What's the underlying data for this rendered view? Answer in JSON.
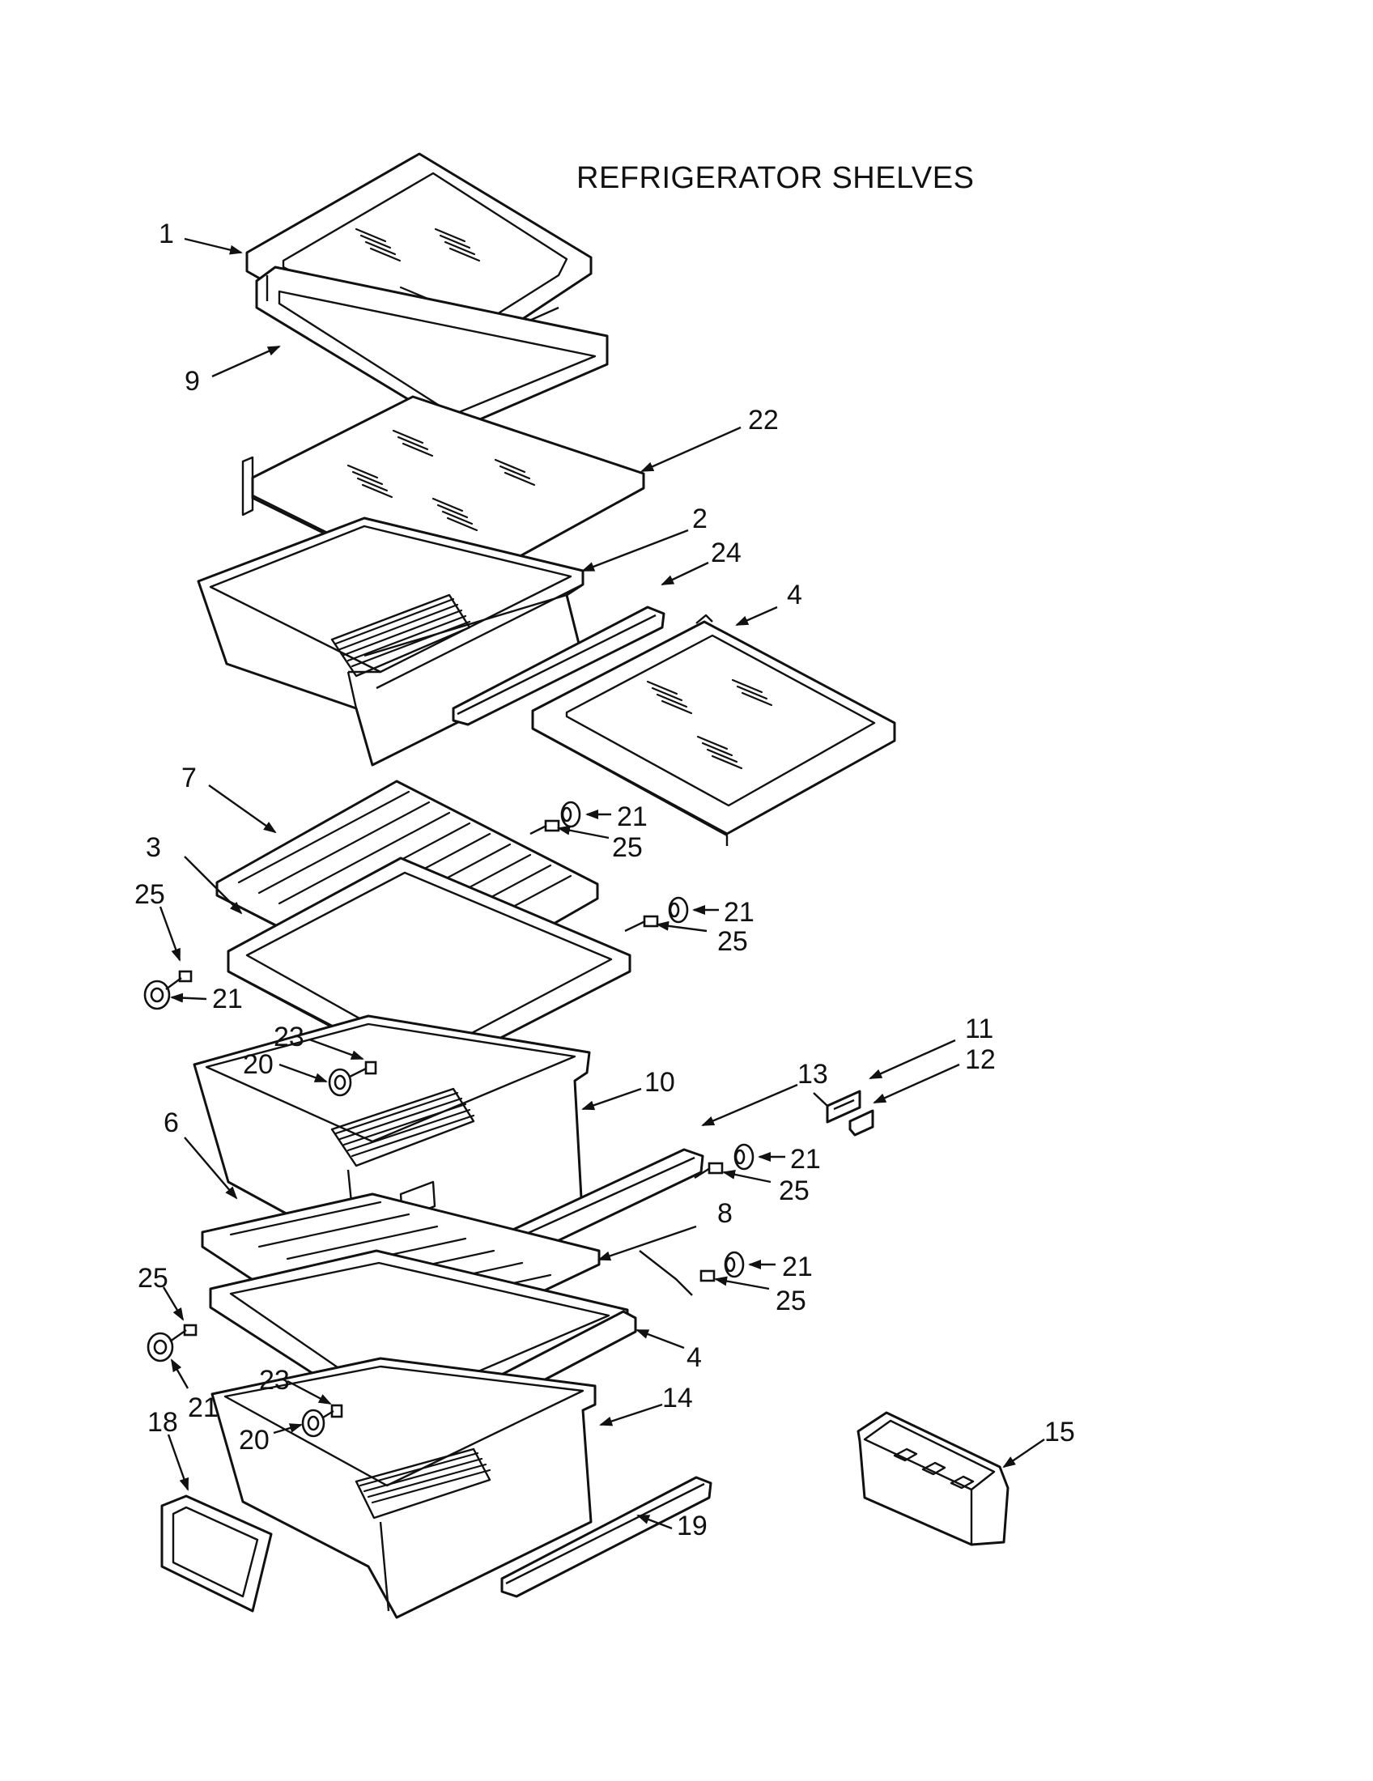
{
  "title": "REFRIGERATOR SHELVES",
  "callouts": [
    {
      "id": "c1",
      "text": "1"
    },
    {
      "id": "c9",
      "text": "9"
    },
    {
      "id": "c22",
      "text": "22"
    },
    {
      "id": "c2",
      "text": "2"
    },
    {
      "id": "c24",
      "text": "24"
    },
    {
      "id": "c4a",
      "text": "4"
    },
    {
      "id": "c7",
      "text": "7"
    },
    {
      "id": "c21a",
      "text": "21"
    },
    {
      "id": "c25a",
      "text": "25"
    },
    {
      "id": "c3",
      "text": "3"
    },
    {
      "id": "c21b",
      "text": "21"
    },
    {
      "id": "c25b",
      "text": "25"
    },
    {
      "id": "c25c",
      "text": "25"
    },
    {
      "id": "c21c",
      "text": "21"
    },
    {
      "id": "c11",
      "text": "11"
    },
    {
      "id": "c12",
      "text": "12"
    },
    {
      "id": "c23a",
      "text": "23"
    },
    {
      "id": "c20a",
      "text": "20"
    },
    {
      "id": "c13",
      "text": "13"
    },
    {
      "id": "c10",
      "text": "10"
    },
    {
      "id": "c6",
      "text": "6"
    },
    {
      "id": "c21d",
      "text": "21"
    },
    {
      "id": "c25d",
      "text": "25"
    },
    {
      "id": "c8",
      "text": "8"
    },
    {
      "id": "c25e",
      "text": "25"
    },
    {
      "id": "c21e",
      "text": "21"
    },
    {
      "id": "c25f",
      "text": "25"
    },
    {
      "id": "c4b",
      "text": "4"
    },
    {
      "id": "c23b",
      "text": "23"
    },
    {
      "id": "c21f",
      "text": "21"
    },
    {
      "id": "c18",
      "text": "18"
    },
    {
      "id": "c20b",
      "text": "20"
    },
    {
      "id": "c14",
      "text": "14"
    },
    {
      "id": "c15",
      "text": "15"
    },
    {
      "id": "c19",
      "text": "19"
    }
  ]
}
